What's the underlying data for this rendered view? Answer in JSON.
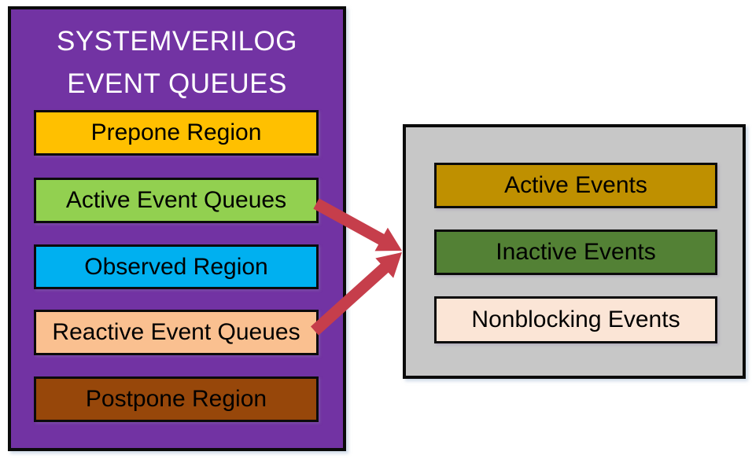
{
  "diagram": {
    "left_panel": {
      "title_line1": "SYSTEMVERILOG",
      "title_line2": "EVENT QUEUES",
      "bg": "#7233A3",
      "items": [
        {
          "label": "Prepone Region",
          "bg": "#FFC000"
        },
        {
          "label": "Active Event Queues",
          "bg": "#92D050"
        },
        {
          "label": "Observed Region",
          "bg": "#00B0F0"
        },
        {
          "label": "Reactive Event Queues",
          "bg": "#FAC090"
        },
        {
          "label": "Postpone Region",
          "bg": "#97470A"
        }
      ]
    },
    "right_panel": {
      "bg": "#C7C7C7",
      "items": [
        {
          "label": "Active Events",
          "bg": "#BF9000"
        },
        {
          "label": "Inactive Events",
          "bg": "#538135"
        },
        {
          "label": "Nonblocking Events",
          "bg": "#FBE5D6"
        }
      ]
    },
    "arrows": {
      "color": "#C63E4B",
      "connections": [
        {
          "from": "Active Event Queues",
          "to": "right-panel"
        },
        {
          "from": "Reactive Event Queues",
          "to": "right-panel"
        }
      ]
    }
  }
}
